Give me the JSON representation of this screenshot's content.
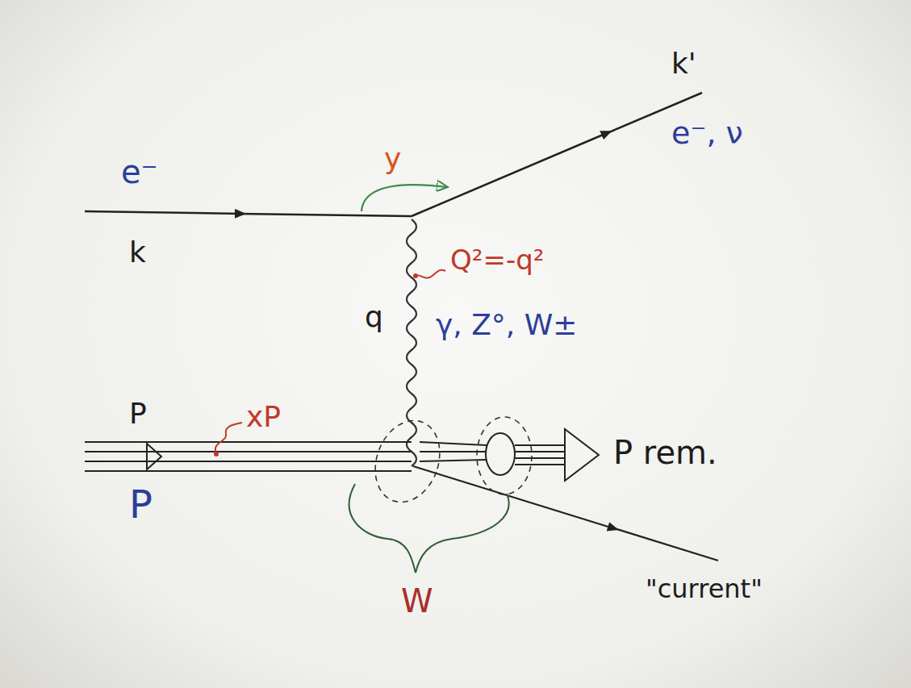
{
  "diagram": {
    "labels": [
      "e⁻",
      "k",
      "k'",
      "e⁻, ν",
      "y",
      "Q²=-q²",
      "q",
      "γ, Z°, W±",
      "P",
      "xP",
      "P",
      "P rem.",
      "\"current\"",
      "W"
    ]
  }
}
